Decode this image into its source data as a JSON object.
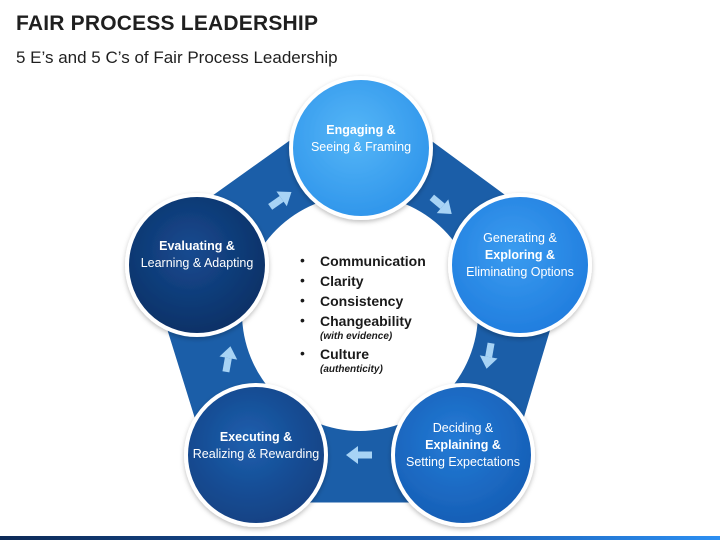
{
  "header": {
    "title": "FAIR PROCESS LEADERSHIP",
    "subtitle": "5 E’s and 5 C’s of Fair Process Leadership"
  },
  "colors": {
    "ring": "#1b5ea8",
    "node_top": "#3aa2f2",
    "node_right": "#2c8aea",
    "node_bottom_right": "#1a6dc8",
    "node_bottom_left": "#16509a",
    "node_left": "#0f3c7a",
    "arrow": "#9fd0f5"
  },
  "nodes": [
    {
      "bold": "Engaging &",
      "rest": "Seeing & Framing"
    },
    {
      "pre": "Generating &",
      "bold": "Exploring &",
      "rest": "Eliminating Options"
    },
    {
      "pre": "Deciding &",
      "bold": "Explaining &",
      "rest": "Setting Expectations"
    },
    {
      "bold": "Executing &",
      "rest": "Realizing & Rewarding"
    },
    {
      "bold": "Evaluating &",
      "rest": "Learning & Adapting"
    }
  ],
  "center": {
    "items": [
      {
        "label": "Communication",
        "note": ""
      },
      {
        "label": "Clarity",
        "note": ""
      },
      {
        "label": "Consistency",
        "note": ""
      },
      {
        "label": "Changeability",
        "note": "(with evidence)"
      },
      {
        "label": "Culture",
        "note": "(authenticity)"
      }
    ]
  },
  "icons": {
    "arrows": [
      "right-arrow-icon",
      "down-right-arrow-icon",
      "down-arrow-icon",
      "left-arrow-icon",
      "up-arrow-icon"
    ]
  }
}
